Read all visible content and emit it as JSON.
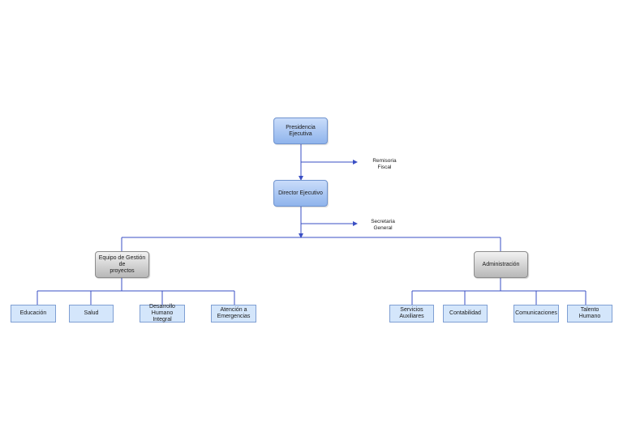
{
  "diagram": {
    "top": {
      "label": "Presidencia\nEjecutiva"
    },
    "director": {
      "label": "Director Ejecutivo"
    },
    "side_labels": {
      "remisoria": "Remisoria\nFiscal",
      "secretaria": "Secretaria\nGeneral"
    },
    "left_branch": {
      "label": "Equipo de Gestión de\nproyectos",
      "children": [
        "Educación",
        "Salud",
        "Desarrollo\nHumano Integral",
        "Atención a\nEmergencias"
      ]
    },
    "right_branch": {
      "label": "Administración",
      "children": [
        "Servicios\nAuxiliares",
        "Contabilidad",
        "Comunicaciones",
        "Talento Humano"
      ]
    },
    "colors": {
      "line": "#3a4fc4",
      "node_blue": "#9dbdf0",
      "node_gray": "#c8c8c8",
      "leaf": "#d4e6fb"
    }
  }
}
